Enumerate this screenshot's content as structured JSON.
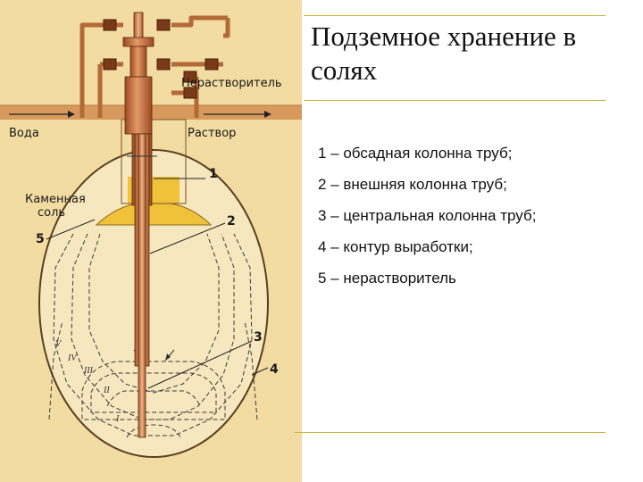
{
  "title": "Подземное хранение в солях",
  "legend": [
    "1 – обсадная колонна труб;",
    "2 – внешняя колонна труб;",
    "3 – центральная колонна труб;",
    "4 – контур выработки;",
    "5 – нерастворитель"
  ],
  "labels": {
    "insolvent": "Нерастворитель",
    "water": "Вода",
    "brine": "Раствор",
    "rock_salt_line1": "Каменная",
    "rock_salt_line2": "соль"
  },
  "callouts": [
    "1",
    "2",
    "3",
    "4",
    "5"
  ],
  "zones": [
    "V",
    "IV",
    "III",
    "II",
    "I"
  ],
  "colors": {
    "background": "#f2dca2",
    "ground": "#d89a5c",
    "casing": "#c86a36",
    "insolvent": "#f0c23a",
    "rule": "#c8b23c"
  }
}
